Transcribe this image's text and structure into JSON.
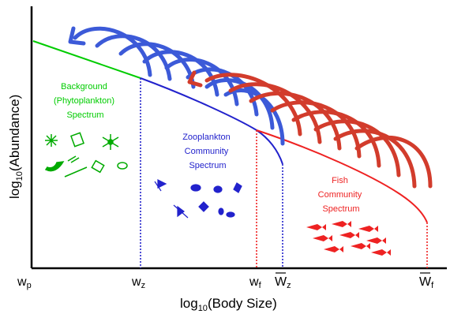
{
  "colors": {
    "background": "#00cc00",
    "zooplankton": "#2222cc",
    "fish": "#ee2222",
    "arrow_blue": "#3c5ad8",
    "arrow_red": "#d23c2c",
    "axis": "#000000"
  },
  "axes": {
    "x_title_main": "log",
    "x_title_sub": "10",
    "x_title_rest": "(Body Size)",
    "y_title_main": "log",
    "y_title_sub": "10",
    "y_title_rest": "(Abundance)"
  },
  "ticks": [
    {
      "main": "w",
      "sub": "p",
      "bar": false
    },
    {
      "main": "w",
      "sub": "z",
      "bar": false
    },
    {
      "main": "w",
      "sub": "f",
      "bar": false
    },
    {
      "main": "W",
      "sub": "z",
      "bar": true
    },
    {
      "main": "W",
      "sub": "f",
      "bar": true
    }
  ],
  "labels": {
    "background": [
      "Background",
      "(Phytoplankton)",
      "Spectrum"
    ],
    "zooplankton": [
      "Zooplankton",
      "Community",
      "Spectrum"
    ],
    "fish": [
      "Fish",
      "Community",
      "Spectrum"
    ]
  },
  "icons": {
    "phytoplankton": "phytoplankton-icons",
    "zooplankton": "zooplankton-icons",
    "fish": "fish-school-icons",
    "arrows": "predation-arc-arrows"
  }
}
